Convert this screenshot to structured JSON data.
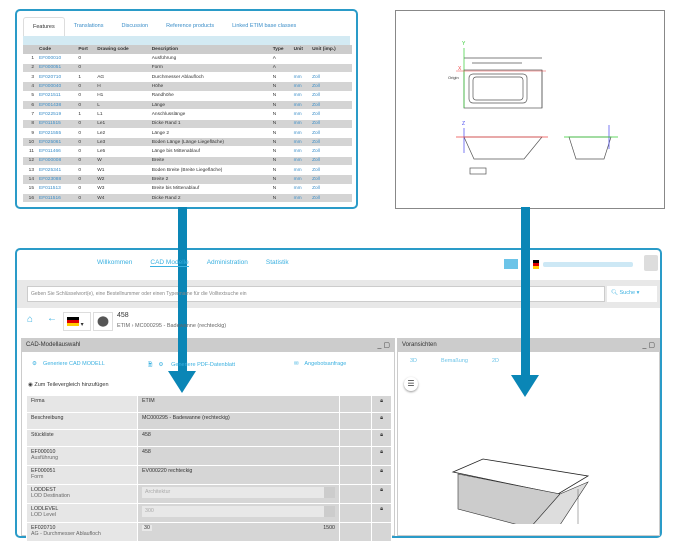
{
  "features": {
    "tabs": [
      "Features",
      "Translations",
      "Discussion",
      "Reference products",
      "Linked ETIM base classes"
    ],
    "columns": [
      "",
      "Code",
      "Port",
      "Drawing code",
      "Description",
      "Type",
      "Unit",
      "Unit (imp.)"
    ],
    "rows": [
      [
        "1",
        "EF000010",
        "0",
        "",
        "Ausführung",
        "A",
        "",
        ""
      ],
      [
        "2",
        "EF000051",
        "0",
        "",
        "Form",
        "A",
        "",
        ""
      ],
      [
        "3",
        "EF020710",
        "1",
        "AG",
        "Durchmesser Ablaufloch",
        "N",
        "mm",
        "Zoll"
      ],
      [
        "4",
        "EF000040",
        "0",
        "H",
        "Höhe",
        "N",
        "mm",
        "Zoll"
      ],
      [
        "5",
        "EF021511",
        "0",
        "H1",
        "Randhöhe",
        "N",
        "mm",
        "Zoll"
      ],
      [
        "6",
        "EF001438",
        "0",
        "L",
        "Länge",
        "N",
        "mm",
        "Zoll"
      ],
      [
        "7",
        "EF022519",
        "1",
        "L1",
        "Anschlusslänge",
        "N",
        "mm",
        "Zoll"
      ],
      [
        "8",
        "EF011515",
        "0",
        "Le1",
        "Dicke Rand 1",
        "N",
        "mm",
        "Zoll"
      ],
      [
        "9",
        "EF021555",
        "0",
        "Le2",
        "Länge 2",
        "N",
        "mm",
        "Zoll"
      ],
      [
        "10",
        "EF025061",
        "0",
        "Le3",
        "Boden Länge (Länge Liegefläche)",
        "N",
        "mm",
        "Zoll"
      ],
      [
        "11",
        "EF011466",
        "0",
        "Le5",
        "Länge bis Mittenablauf",
        "N",
        "mm",
        "Zoll"
      ],
      [
        "12",
        "EF000008",
        "0",
        "W",
        "Breite",
        "N",
        "mm",
        "Zoll"
      ],
      [
        "13",
        "EF025341",
        "0",
        "W1",
        "Boden Breite (Breite Liegefläche)",
        "N",
        "mm",
        "Zoll"
      ],
      [
        "14",
        "EF023088",
        "0",
        "W2",
        "Breite 2",
        "N",
        "mm",
        "Zoll"
      ],
      [
        "15",
        "EF011513",
        "0",
        "W3",
        "Breite bis Mittenablauf",
        "N",
        "mm",
        "Zoll"
      ],
      [
        "16",
        "EF011516",
        "0",
        "W4",
        "Dicke Rand 2",
        "N",
        "mm",
        "Zoll"
      ]
    ]
  },
  "drawing": {
    "labels": {
      "x": "X",
      "y": "Y",
      "z": "Z",
      "origin": "Origin"
    }
  },
  "app": {
    "nav": [
      "Willkommen",
      "CAD Modelle",
      "Administration",
      "Statistik"
    ],
    "search_placeholder": "Geben Sie Schlüsselwort(e), eine Bestellnummer oder einen Typenname für die Volltextsuche ein",
    "search_button": "Suche",
    "part_number": "458",
    "breadcrumb": [
      "ETIM",
      "MC000295 - Badewanne (rechteckig)"
    ],
    "left_panel": {
      "title": "CAD-Modellauswahl",
      "actions": [
        "Generiere CAD MODELL",
        "Generiere PDF-Datenblatt",
        "Angebotsanfrage"
      ],
      "compare": "Zum Teilevergleich hinzufügen",
      "rows": [
        {
          "label": "Firma",
          "sub": "",
          "value": "ETIM",
          "lock": true
        },
        {
          "label": "Beschreibung",
          "sub": "",
          "value": "MC000295 - Badewanne (rechteckig)",
          "lock": true
        },
        {
          "label": "Stückliste",
          "sub": "",
          "value": "458",
          "lock": true
        },
        {
          "label": "EF000010",
          "sub": "Ausführung",
          "value": "458",
          "lock": true
        },
        {
          "label": "EF000051",
          "sub": "Form",
          "value": "EV000220 rechteckig",
          "lock": true
        },
        {
          "label": "LODDEST",
          "sub": "LOD Destination",
          "value": "Architektur",
          "select": true,
          "lock": true
        },
        {
          "label": "LODLEVEL",
          "sub": "LOD Level",
          "value": "300",
          "select": true,
          "lock": true
        },
        {
          "label": "EF020710",
          "sub": "AG - Durchmesser Ablaufloch",
          "value": "30",
          "max": "1500",
          "lock": false
        }
      ]
    },
    "right_panel": {
      "title": "Voransichten",
      "tabs": [
        "3D",
        "Bemaßung",
        "2D"
      ]
    }
  },
  "colors": {
    "accent": "#0a86b6",
    "link": "#3ab0e0"
  }
}
